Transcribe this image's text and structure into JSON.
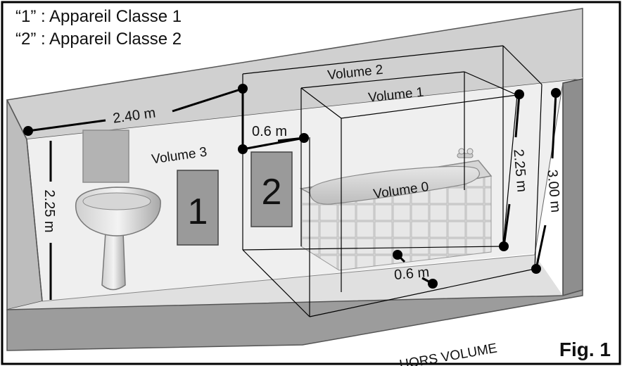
{
  "legend": {
    "line1": "“1” : Appareil Classe 1",
    "line2": "“2” : Appareil Classe 2"
  },
  "dimensions": {
    "wall_width": "2.40 m",
    "wall_height": "2.25 m",
    "volume2_depth": "0.6 m",
    "volume1_height": "2.25 m",
    "room_height": "3.00 m",
    "floor_gap": "0.6 m"
  },
  "volumes": {
    "v0": "Volume 0",
    "v1": "Volume 1",
    "v2": "Volume 2",
    "v3": "Volume 3",
    "outside": "HORS VOLUME"
  },
  "appliances": {
    "class1_marker": "1",
    "class2_marker": "2"
  },
  "figure_label": "Fig. 1",
  "colors": {
    "wall_back": "#eeeeee",
    "wall_right": "#8c8c8c",
    "wall_top": "#cfcfcf",
    "floor": "#bdbdbd",
    "appliance": "#9a9a9a",
    "line": "#000000"
  },
  "icons": {
    "sink": "washbasin-icon",
    "mirror": "mirror-icon",
    "bathtub": "bathtub-icon",
    "faucet": "faucet-icon"
  }
}
